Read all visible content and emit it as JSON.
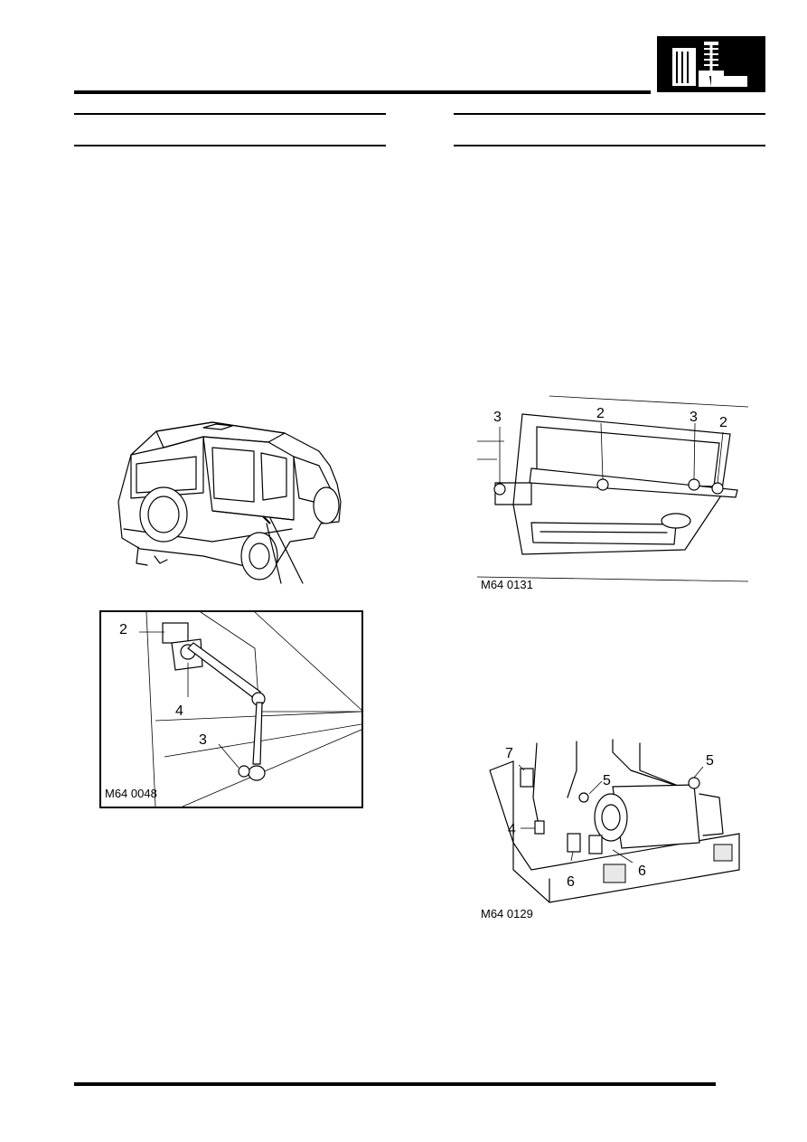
{
  "header": {
    "section_icon": "suspension-spring-icon"
  },
  "figures": {
    "sensor": {
      "ref": "M64 0048",
      "callouts": {
        "c2": "2",
        "c3": "3",
        "c4": "4"
      }
    },
    "reservoir": {
      "ref": "M64 0131",
      "callouts": {
        "c3a": "3",
        "c2a": "2",
        "c3b": "3",
        "c2b": "2"
      }
    },
    "compressor": {
      "ref": "M64 0129",
      "callouts": {
        "c7": "7",
        "c5a": "5",
        "c5b": "5",
        "c4": "4",
        "c6a": "6",
        "c6b": "6"
      }
    }
  }
}
